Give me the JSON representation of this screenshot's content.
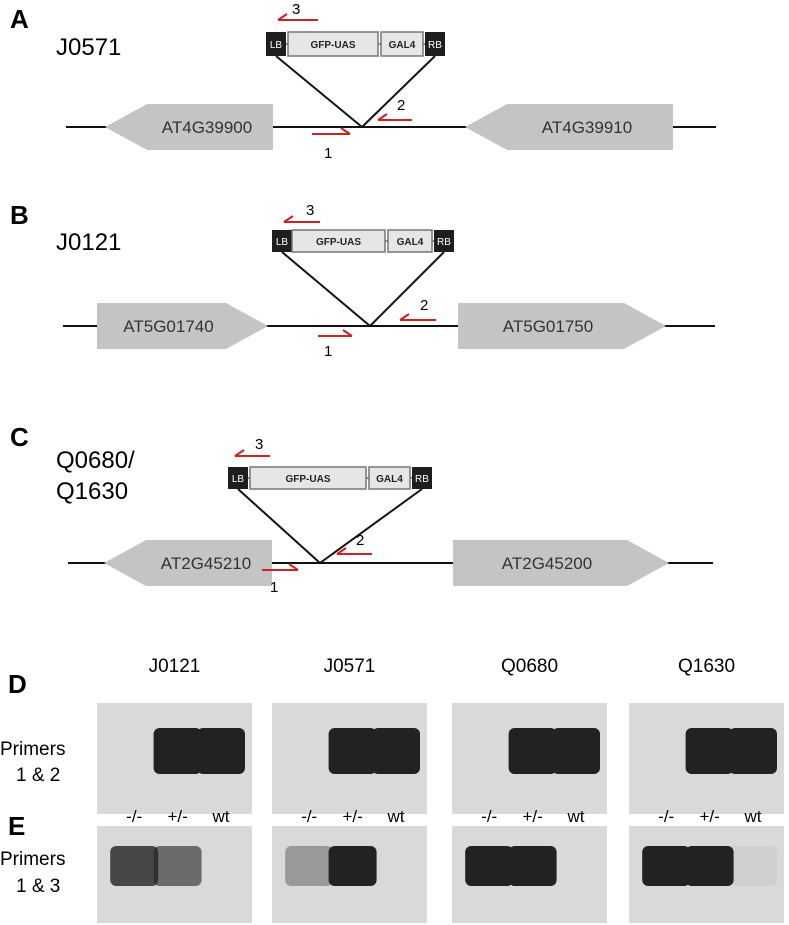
{
  "panels": [
    {
      "letter": "A",
      "name_lines": [
        "J0571"
      ],
      "left_gene": "AT4G39900",
      "right_gene": "AT4G39910",
      "left_dir": "left",
      "right_dir": "left"
    },
    {
      "letter": "B",
      "name_lines": [
        "J0121"
      ],
      "left_gene": "AT5G01740",
      "right_gene": "AT5G01750",
      "left_dir": "right",
      "right_dir": "right"
    },
    {
      "letter": "C",
      "name_lines": [
        "Q0680/",
        "Q1630"
      ],
      "left_gene": "AT2G45210",
      "right_gene": "AT2G45200",
      "left_dir": "left",
      "right_dir": "right"
    }
  ],
  "tdna": {
    "lb": "LB",
    "gfp": "GFP-UAS",
    "gal4": "GAL4",
    "rb": "RB"
  },
  "primers": {
    "p1": "1",
    "p2": "2",
    "p3": "3"
  },
  "gel": {
    "d_letter": "D",
    "e_letter": "E",
    "row1_label": [
      "Primers",
      "1 & 2"
    ],
    "row2_label": [
      "Primers",
      "1 & 3"
    ],
    "lanes": [
      "-/-",
      "+/-",
      "wt"
    ],
    "lines": [
      "J0121",
      "J0571",
      "Q0680",
      "Q1630"
    ],
    "bands_primers_1_2": [
      [
        0,
        1,
        1
      ],
      [
        0,
        1,
        1
      ],
      [
        0,
        1,
        1
      ],
      [
        0,
        1,
        1
      ]
    ],
    "bands_primers_1_3": [
      [
        0.8,
        0.6,
        0
      ],
      [
        0.35,
        1,
        0
      ],
      [
        1,
        1,
        0
      ],
      [
        1,
        1,
        0.05
      ]
    ]
  },
  "colors": {
    "arrow": "#c4c4c4",
    "primer": "#cc2222",
    "border_box": "#1e1e1e",
    "cassette_box": "#e6e6e6",
    "gel_bg": "#d9d9d9",
    "band": "#222222"
  }
}
